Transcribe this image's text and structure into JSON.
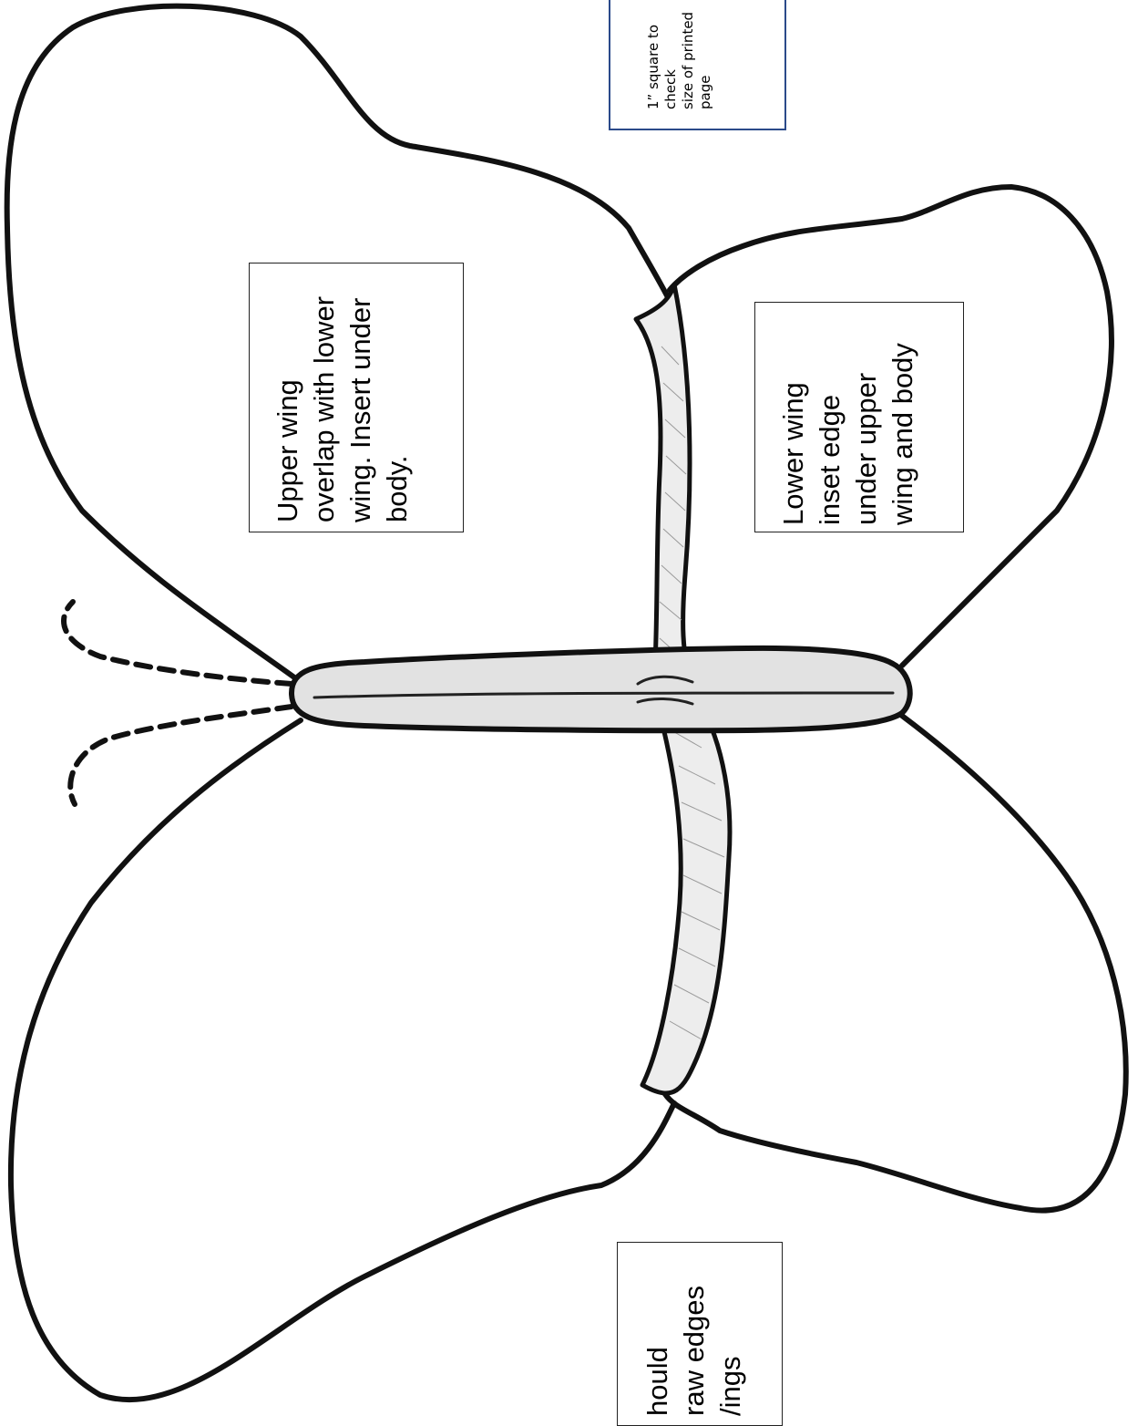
{
  "annotations": {
    "upper_wing": {
      "lines": [
        "Upper wing",
        "overlap with lower",
        "wing. Insert under",
        "body."
      ]
    },
    "lower_wing": {
      "lines": [
        "Lower wing",
        "inset edge",
        "under upper",
        "wing and body"
      ]
    },
    "scale_check": {
      "lines": [
        "1”   square to",
        "check",
        "size of printed",
        "page"
      ]
    },
    "partial_note": {
      "lines": [
        "hould",
        "raw edges",
        "/ings"
      ]
    }
  },
  "colors": {
    "outline": "#111111",
    "band_fill": "#ededed",
    "scale_box_border": "#2b4a8a"
  }
}
